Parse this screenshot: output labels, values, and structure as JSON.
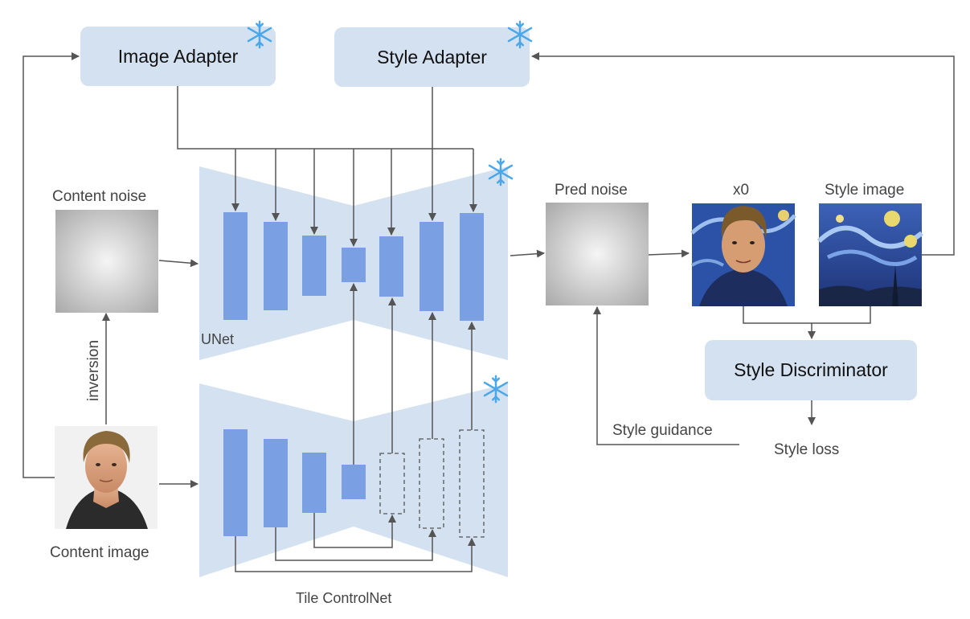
{
  "colors": {
    "box_fill": "#d3e1f1",
    "unet_fill": "#d3e1f1",
    "block_fill": "#7b9fe3",
    "arrow": "#555555",
    "freeze_icon": "#4aa7e8"
  },
  "boxes": {
    "image_adapter": "Image Adapter",
    "style_adapter": "Style Adapter",
    "style_discriminator": "Style Discriminator"
  },
  "labels": {
    "content_noise": "Content noise",
    "inversion": "inversion",
    "content_image": "Content image",
    "unet": "UNet",
    "tile_controlnet": "Tile ControlNet",
    "pred_noise": "Pred noise",
    "x0": "x0",
    "style_image": "Style image",
    "style_guidance": "Style guidance",
    "style_loss": "Style loss"
  },
  "icons": {
    "frozen": "snowflake-icon",
    "content_image": "portrait-photo",
    "x0": "stylized-portrait",
    "style_image": "starry-night-painting"
  }
}
